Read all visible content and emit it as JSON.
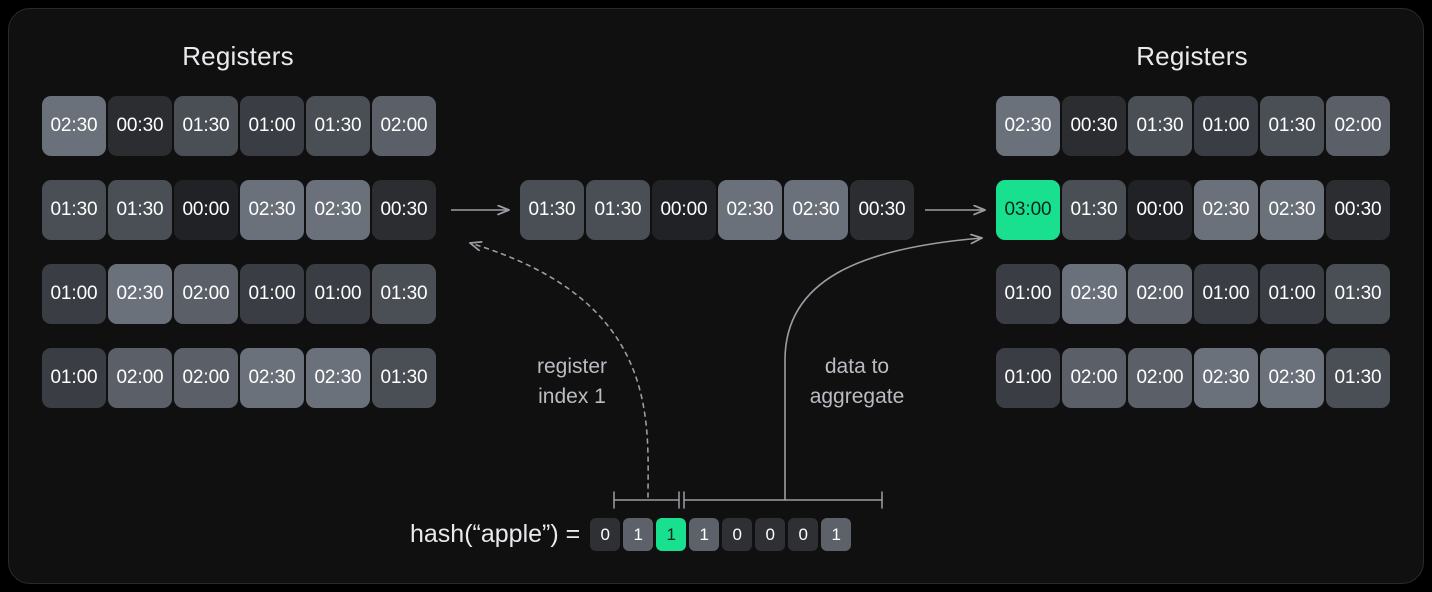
{
  "panels": {
    "left": {
      "title": "Registers"
    },
    "right": {
      "title": "Registers"
    }
  },
  "registers_before": [
    [
      "02:30",
      "00:30",
      "01:30",
      "01:00",
      "01:30",
      "02:00"
    ],
    [
      "01:30",
      "01:30",
      "00:00",
      "02:30",
      "02:30",
      "00:30"
    ],
    [
      "01:00",
      "02:30",
      "02:00",
      "01:00",
      "01:00",
      "01:30"
    ],
    [
      "01:00",
      "02:00",
      "02:00",
      "02:30",
      "02:30",
      "01:30"
    ]
  ],
  "registers_after": [
    [
      "02:30",
      "00:30",
      "01:30",
      "01:00",
      "01:30",
      "02:00"
    ],
    [
      "03:00",
      "01:30",
      "00:00",
      "02:30",
      "02:30",
      "00:30"
    ],
    [
      "01:00",
      "02:30",
      "02:00",
      "01:00",
      "01:00",
      "01:30"
    ],
    [
      "01:00",
      "02:00",
      "02:00",
      "02:30",
      "02:30",
      "01:30"
    ]
  ],
  "selected_row": {
    "values": [
      "01:30",
      "01:30",
      "00:00",
      "02:30",
      "02:30",
      "00:30"
    ],
    "row_index": 1
  },
  "highlight": {
    "updated_value": "03:00",
    "row": 1,
    "column": 0,
    "color": "#19e08f"
  },
  "annotations": {
    "register_index": "register\nindex 1",
    "data_to_aggregate": "data to\naggregate"
  },
  "hash": {
    "label": "hash(“apple”) =",
    "input": "apple",
    "bits": [
      "0",
      "1",
      "1",
      "1",
      "0",
      "0",
      "0",
      "1"
    ],
    "highlight_bit_index": 2,
    "index_bits_range": [
      0,
      1
    ],
    "data_bits_range": [
      2,
      7
    ]
  },
  "colors": {
    "background": "#101011",
    "frame_border": "#2a2a2c",
    "accent": "#19e08f",
    "text": "#e9eaec",
    "muted_text": "#b9bcc1",
    "arrow": "#9a9da3"
  }
}
